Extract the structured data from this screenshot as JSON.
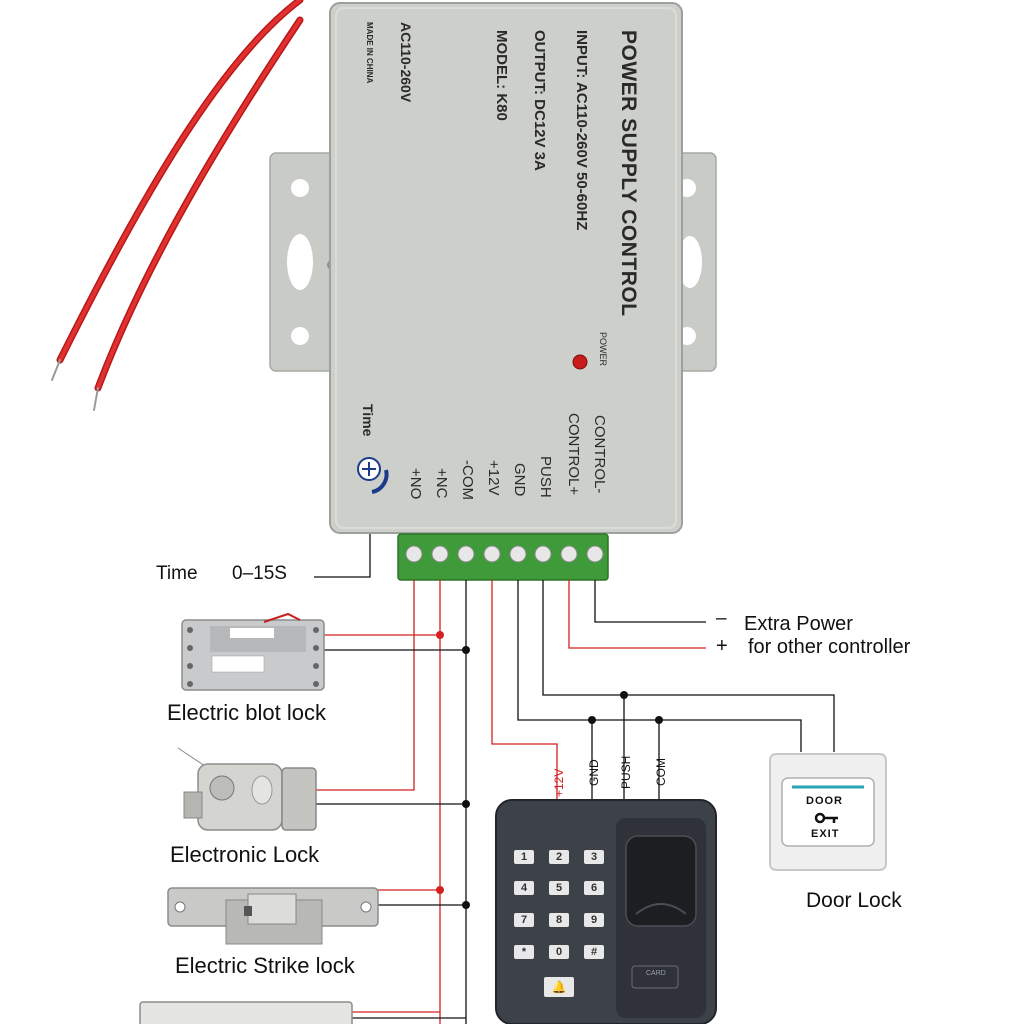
{
  "power_supply": {
    "title": "POWER SUPPLY CONTROL",
    "input": "INPUT: AC110-260V 50-60HZ",
    "output": "OUTPUT: DC12V 3A",
    "model": "MODEL: K80",
    "voltage": "AC110-260V",
    "made_in": "MADE IN CHINA",
    "power_led_label": "POWER",
    "time_knob_label": "Time",
    "terminals": [
      "CONTROL-",
      "CONTROL+",
      "PUSH",
      "GND",
      "+12V",
      "-COM",
      "+NC",
      "+NO"
    ]
  },
  "annotations": {
    "time_label": "Time",
    "time_range": "0–15S",
    "extra_power_minus": "–",
    "extra_power_plus": "+",
    "extra_power_line1": "Extra Power",
    "extra_power_line2": "for other controller"
  },
  "locks": [
    {
      "label": "Electric blot lock"
    },
    {
      "label": "Electronic Lock"
    },
    {
      "label": "Electric Strike lock"
    }
  ],
  "keypad": {
    "pin_labels": [
      "+12V",
      "GND",
      "PUSH",
      "COM"
    ],
    "keys": [
      "1",
      "2",
      "3",
      "4",
      "5",
      "6",
      "7",
      "8",
      "9",
      "*",
      "0",
      "#"
    ],
    "card_label": "CARD"
  },
  "exit_button": {
    "top_text": "DOOR",
    "bottom_text": "EXIT",
    "caption": "Door Lock"
  },
  "colors": {
    "wire_red": "#d42020",
    "wire_black": "#111111",
    "enclosure": "#cdd0ca",
    "terminal_block": "#3f9a3a",
    "keypad_body": "#3d4148"
  }
}
